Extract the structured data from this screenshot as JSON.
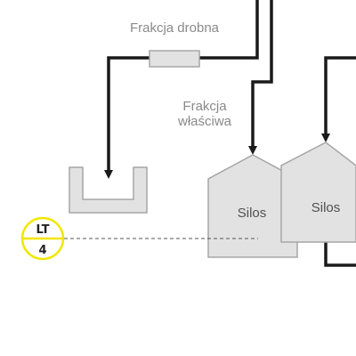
{
  "labels": {
    "fine_fraction": "Frakcja drobna",
    "proper_fraction_line1": "Frakcja",
    "proper_fraction_line2": "właściwa"
  },
  "silos": [
    {
      "label": "Silos"
    },
    {
      "label": "Silos"
    }
  ],
  "level_transmitter": {
    "function": "LT",
    "number": "4"
  },
  "colors": {
    "pipe": "#1a1a1a",
    "equipment_fill": "#e2e2e2",
    "equipment_stroke": "#a6a6a6",
    "tag_ring": "#f2e600",
    "signal_line": "#555555"
  }
}
